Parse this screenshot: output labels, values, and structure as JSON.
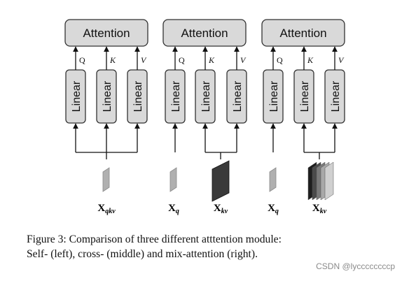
{
  "diagram": {
    "modules": [
      {
        "attention_label": "Attention",
        "linear_labels": [
          "Linear",
          "Linear",
          "Linear"
        ],
        "arrow_labels": [
          "Q",
          "K",
          "V"
        ],
        "inputs": [
          {
            "symbol": "X",
            "subscript": "qkv",
            "visual": "single-slab"
          }
        ]
      },
      {
        "attention_label": "Attention",
        "linear_labels": [
          "Linear",
          "Linear",
          "Linear"
        ],
        "arrow_labels": [
          "Q",
          "K",
          "V"
        ],
        "inputs": [
          {
            "symbol": "X",
            "subscript": "q",
            "visual": "single-slab"
          },
          {
            "symbol": "X",
            "subscript": "kv",
            "visual": "dark-block"
          }
        ]
      },
      {
        "attention_label": "Attention",
        "linear_labels": [
          "Linear",
          "Linear",
          "Linear"
        ],
        "arrow_labels": [
          "Q",
          "K",
          "V"
        ],
        "inputs": [
          {
            "symbol": "X",
            "subscript": "q",
            "visual": "single-slab"
          },
          {
            "symbol": "X",
            "subscript": "kv",
            "visual": "stacked-blocks"
          }
        ]
      }
    ],
    "colors": {
      "box_fill": "#d9d9d9",
      "box_stroke": "#333333",
      "light_slab": "#b0b0b0",
      "dark_block": "#3a3a3a"
    }
  },
  "caption": {
    "line1": "Figure 3: Comparison of three different atttention module:",
    "line2": "Self- (left), cross- (middle) and mix-attention (right)."
  },
  "watermark": "CSDN @lyccccccccp"
}
